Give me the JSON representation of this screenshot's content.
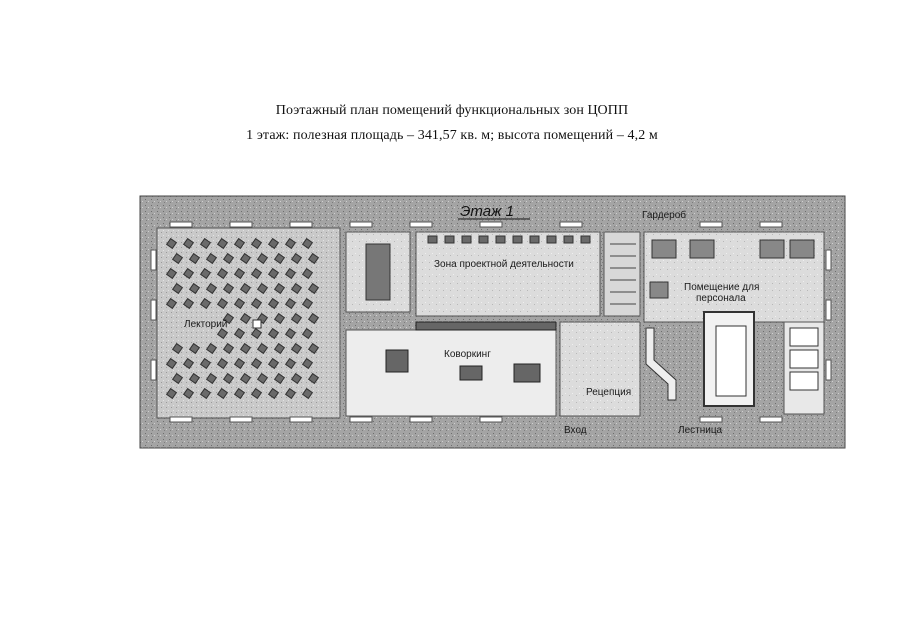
{
  "document": {
    "title": "Поэтажный план помещений функциональных зон ЦОПП",
    "subtitle": "1 этаж: полезная площадь – 341,57 кв. м; высота помещений – 4,2 м"
  },
  "plan": {
    "floor_label": "Этаж 1",
    "rooms": {
      "lecture": "Лекторий",
      "project_zone": "Зона проектной деятельности",
      "coworking": "Коворкинг",
      "wardrobe": "Гардероб",
      "staff_room_line1": "Помещение для",
      "staff_room_line2": "персонала",
      "reception": "Рецепция",
      "entrance": "Вход",
      "stairs": "Лестница"
    },
    "colors": {
      "wall_fill": "#9a9a9a",
      "lecture_fill": "#c8c8c8",
      "room_fill": "#e4e4e4",
      "furniture": "#555555"
    }
  }
}
